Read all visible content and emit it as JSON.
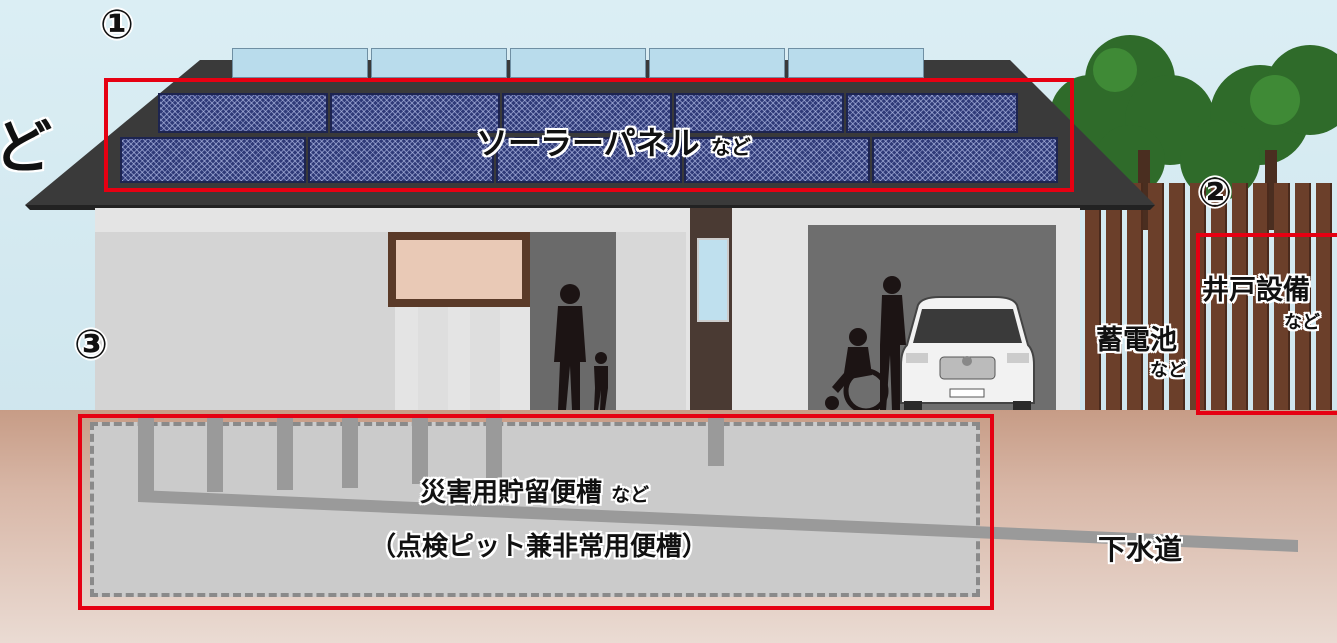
{
  "markers": {
    "one": "①",
    "two": "②",
    "three": "③"
  },
  "labels": {
    "solar_main": "ソーラーパネル",
    "solar_suffix": "など",
    "well_main": "井戸設備",
    "well_suffix": "など",
    "battery_main": "蓄電池",
    "battery_suffix": "など",
    "tank_line1_main": "災害用貯留便槽",
    "tank_line1_suffix": "など",
    "tank_line2": "（点検ピット兼非常用便槽）",
    "sewer": "下水道"
  },
  "edge_fragments": {
    "top_left": "ど"
  },
  "colors": {
    "highlight_box": "#e60012",
    "solar_panel": "#2f3a78",
    "roof": "#3a3a3a",
    "wall": "#e4e4e4",
    "fence": "#6b3f2a",
    "tank": "#c8c8c8"
  },
  "icons": [
    "solar-panel",
    "house",
    "garage",
    "car",
    "person-silhouette",
    "wheelchair-user-silhouette",
    "tree",
    "fence",
    "pipe",
    "septic-tank"
  ]
}
